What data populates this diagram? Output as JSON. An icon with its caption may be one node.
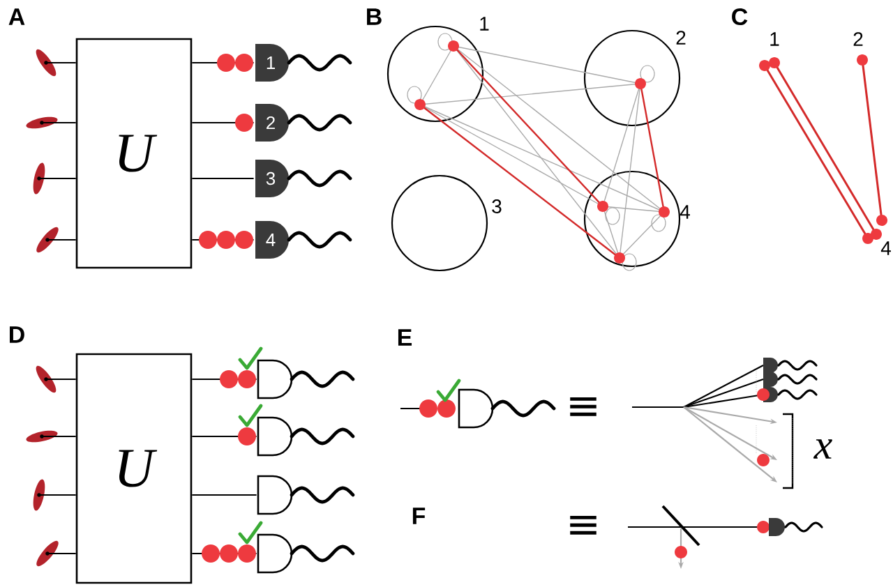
{
  "diagram": {
    "nodes": [
      {
        "text": [
          "U"
        ]
      },
      {
        "text": [
          "1"
        ]
      },
      {
        "text": [
          "2"
        ]
      },
      {
        "text": [
          "3"
        ]
      },
      {
        "text": [
          "4"
        ]
      },
      {
        "text": [],
        "shape": "ellipse"
      },
      {
        "text": [],
        "shape": "ellipse"
      },
      {
        "text": [],
        "shape": "ellipse"
      },
      {
        "text": [],
        "shape": "ellipse"
      },
      {
        "text": [],
        "shape": "circle",
        "beside": [
          "1"
        ]
      },
      {
        "text": [],
        "shape": "circle",
        "beside": [
          "2"
        ]
      },
      {
        "text": [],
        "shape": "circle",
        "beside": [
          "3"
        ]
      },
      {
        "text": [],
        "shape": "circle",
        "beside": [
          "4"
        ]
      },
      {
        "text": [
          "U"
        ]
      },
      {
        "text": [],
        "shape": "semicircle"
      },
      {
        "text": [],
        "shape": "semicircle"
      },
      {
        "text": [],
        "shape": "semicircle"
      },
      {
        "text": [],
        "shape": "semicircle"
      },
      {
        "text": [],
        "shape": "ellipse"
      },
      {
        "text": [],
        "shape": "ellipse"
      },
      {
        "text": [],
        "shape": "ellipse"
      },
      {
        "text": [],
        "shape": "ellipse"
      },
      {
        "text": [],
        "shape": "semicircle"
      }
    ],
    "edges": [
      {
        "from": 5,
        "to": 0,
        "arrow": "none"
      },
      {
        "from": 6,
        "to": 0,
        "arrow": "none"
      },
      {
        "from": 7,
        "to": 0,
        "arrow": "none"
      },
      {
        "from": 8,
        "to": 0,
        "arrow": "none"
      },
      {
        "from": 0,
        "to": 1,
        "arrow": "none"
      },
      {
        "from": 0,
        "to": 2,
        "arrow": "none"
      },
      {
        "from": 0,
        "to": 3,
        "arrow": "none"
      },
      {
        "from": 0,
        "to": 4,
        "arrow": "none"
      },
      {
        "from": 18,
        "to": 13,
        "arrow": "none"
      },
      {
        "from": 19,
        "to": 13,
        "arrow": "none"
      },
      {
        "from": 20,
        "to": 13,
        "arrow": "none"
      },
      {
        "from": 21,
        "to": 13,
        "arrow": "none"
      },
      {
        "from": 13,
        "to": 14,
        "arrow": "none"
      },
      {
        "from": 13,
        "to": 15,
        "arrow": "none"
      },
      {
        "from": 13,
        "to": 16,
        "arrow": "none"
      },
      {
        "from": 13,
        "to": 17,
        "arrow": "none"
      }
    ],
    "labels": [
      "A",
      "B",
      "C",
      "1",
      "2",
      "4",
      "D",
      "E",
      "≡",
      "x",
      "F",
      "≡"
    ]
  }
}
